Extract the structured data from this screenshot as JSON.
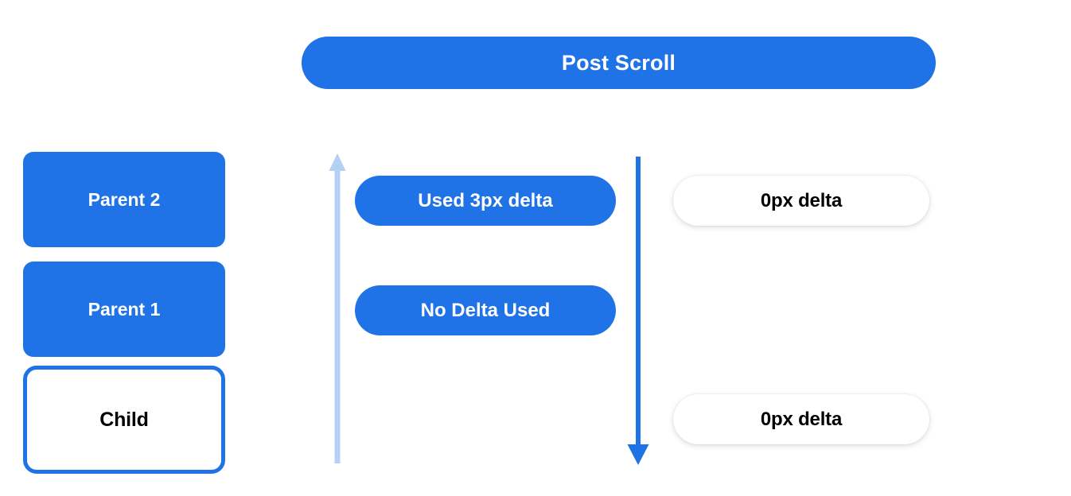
{
  "banner": {
    "label": "Post Scroll"
  },
  "colors": {
    "primary_blue": "#1f73e6",
    "light_blue_arrow": "#b5d0f5",
    "text_on_blue": "#ffffff",
    "text_dark": "#000000",
    "background": "#ffffff"
  },
  "nodes": [
    {
      "id": "parent2",
      "label": "Parent 2",
      "style": "filled"
    },
    {
      "id": "parent1",
      "label": "Parent 1",
      "style": "filled"
    },
    {
      "id": "child",
      "label": "Child",
      "style": "outlined"
    }
  ],
  "arrows": [
    {
      "id": "arrow-up",
      "direction": "up",
      "color": "#b5d0f5",
      "semantic": "bubble-up"
    },
    {
      "id": "arrow-down",
      "direction": "down",
      "color": "#1f73e6",
      "semantic": "dispatch-down"
    }
  ],
  "middle_pills": [
    {
      "id": "used-delta",
      "label": "Used 3px delta"
    },
    {
      "id": "no-delta",
      "label": "No Delta Used"
    }
  ],
  "right_pills": [
    {
      "id": "delta-top",
      "label": "0px delta"
    },
    {
      "id": "delta-bottom",
      "label": "0px delta"
    }
  ]
}
